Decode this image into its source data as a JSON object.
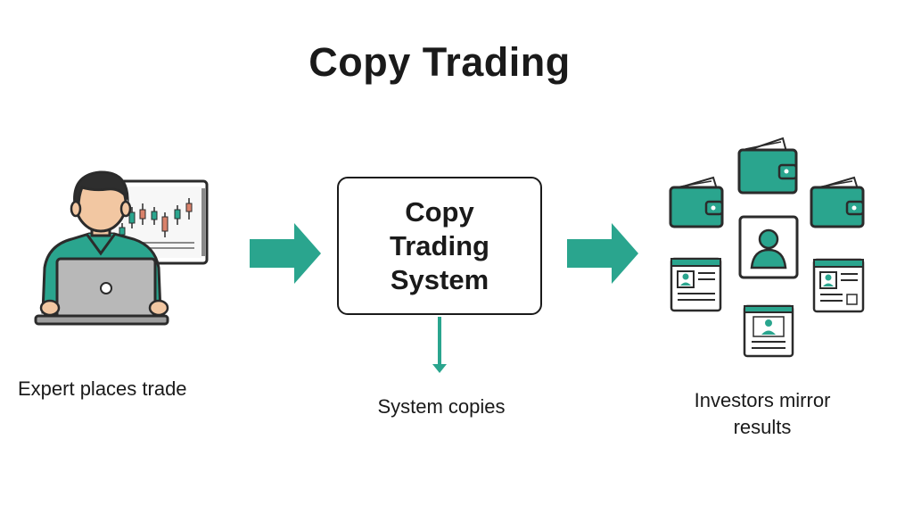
{
  "title": "Copy Trading",
  "system_box_label": "Copy\nTrading\nSystem",
  "captions": {
    "expert": "Expert places trade",
    "system": "System copies",
    "investors": "Investors mirror\nresults"
  },
  "colors": {
    "accent": "#2aa58e",
    "outline": "#2b2b2b",
    "candle_up": "#2aa58e",
    "candle_down": "#d9826b",
    "laptop": "#b8b8b8",
    "skin": "#f2c7a2",
    "hair": "#2e2e2e"
  },
  "icons": [
    "trader-icon",
    "arrow-right-icon",
    "arrow-down-icon",
    "wallet-icon",
    "user-profile-icon",
    "id-card-icon"
  ]
}
